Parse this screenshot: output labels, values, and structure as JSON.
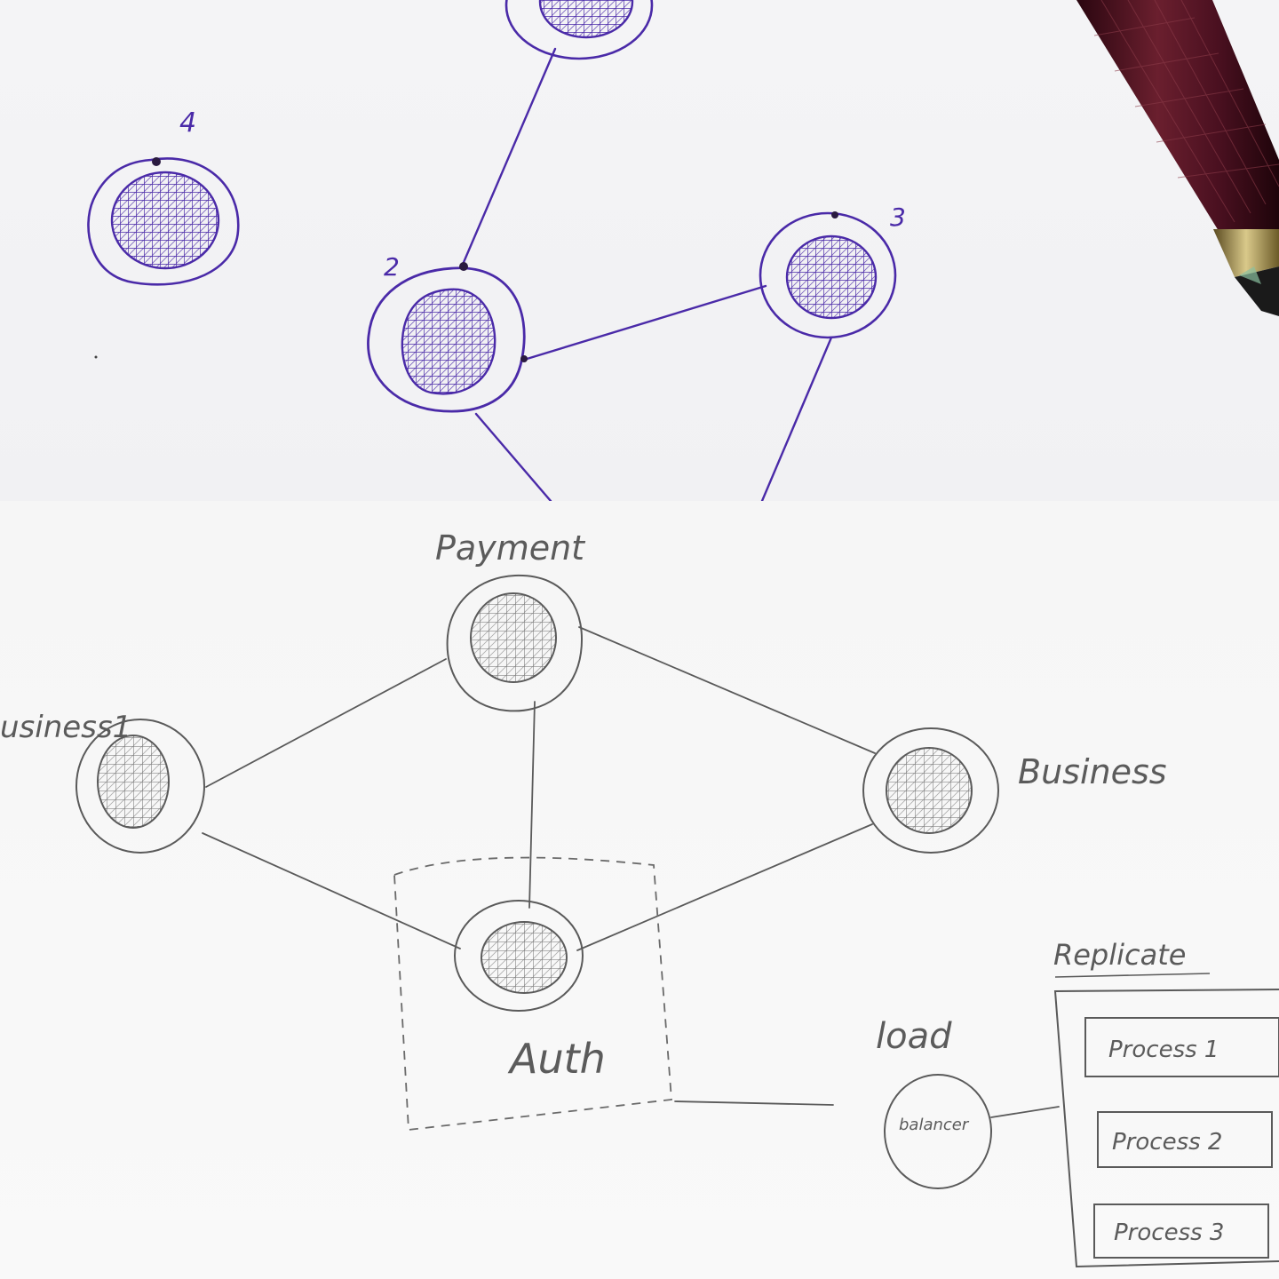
{
  "top_sketch": {
    "ink_color": "#4a2aa8",
    "pen_color": "#4a1020",
    "node_labels": [
      "4",
      "2",
      "3"
    ]
  },
  "bottom_sketch": {
    "pencil_color": "#555555",
    "node_labels": {
      "payment": "Payment",
      "business1": "usiness1",
      "business": "Business",
      "auth": "Auth",
      "load": "load",
      "balancer": "balancer"
    },
    "replicate_title": "Replicate",
    "processes": [
      "Process 1",
      "Process 2",
      "Process 3"
    ]
  }
}
